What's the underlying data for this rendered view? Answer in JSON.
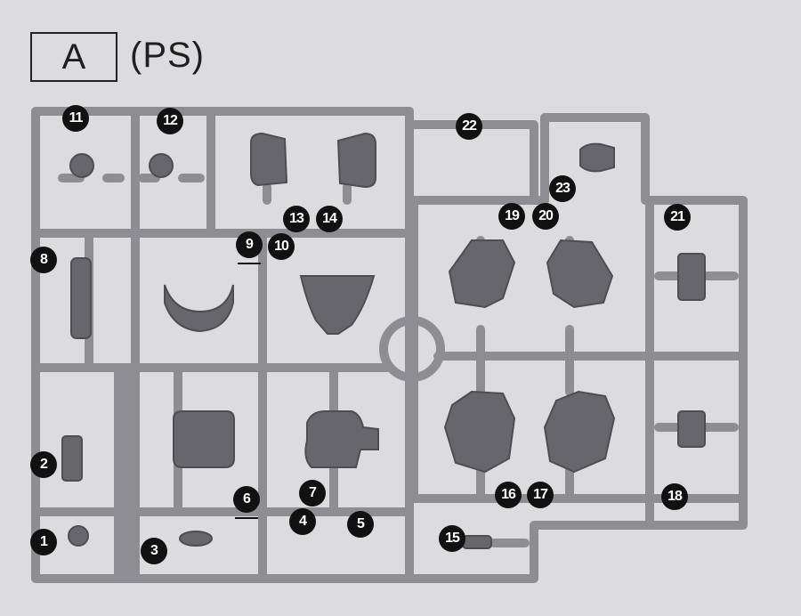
{
  "sheet": {
    "letter": "A",
    "material": "(PS)"
  },
  "parts": [
    {
      "number": "1",
      "underlined": false
    },
    {
      "number": "2",
      "underlined": false
    },
    {
      "number": "3",
      "underlined": false
    },
    {
      "number": "4",
      "underlined": false
    },
    {
      "number": "5",
      "underlined": false
    },
    {
      "number": "6",
      "underlined": true
    },
    {
      "number": "7",
      "underlined": false
    },
    {
      "number": "8",
      "underlined": false
    },
    {
      "number": "9",
      "underlined": true
    },
    {
      "number": "10",
      "underlined": false
    },
    {
      "number": "11",
      "underlined": false
    },
    {
      "number": "12",
      "underlined": false
    },
    {
      "number": "13",
      "underlined": false
    },
    {
      "number": "14",
      "underlined": false
    },
    {
      "number": "15",
      "underlined": false
    },
    {
      "number": "16",
      "underlined": false
    },
    {
      "number": "17",
      "underlined": false
    },
    {
      "number": "18",
      "underlined": false
    },
    {
      "number": "19",
      "underlined": false
    },
    {
      "number": "20",
      "underlined": false
    },
    {
      "number": "21",
      "underlined": false
    },
    {
      "number": "22",
      "underlined": false
    },
    {
      "number": "23",
      "underlined": false
    }
  ],
  "colors": {
    "paper": "#dcdcdf",
    "runner": "#8e8e92",
    "part": "#66666b",
    "ink": "#111111"
  }
}
